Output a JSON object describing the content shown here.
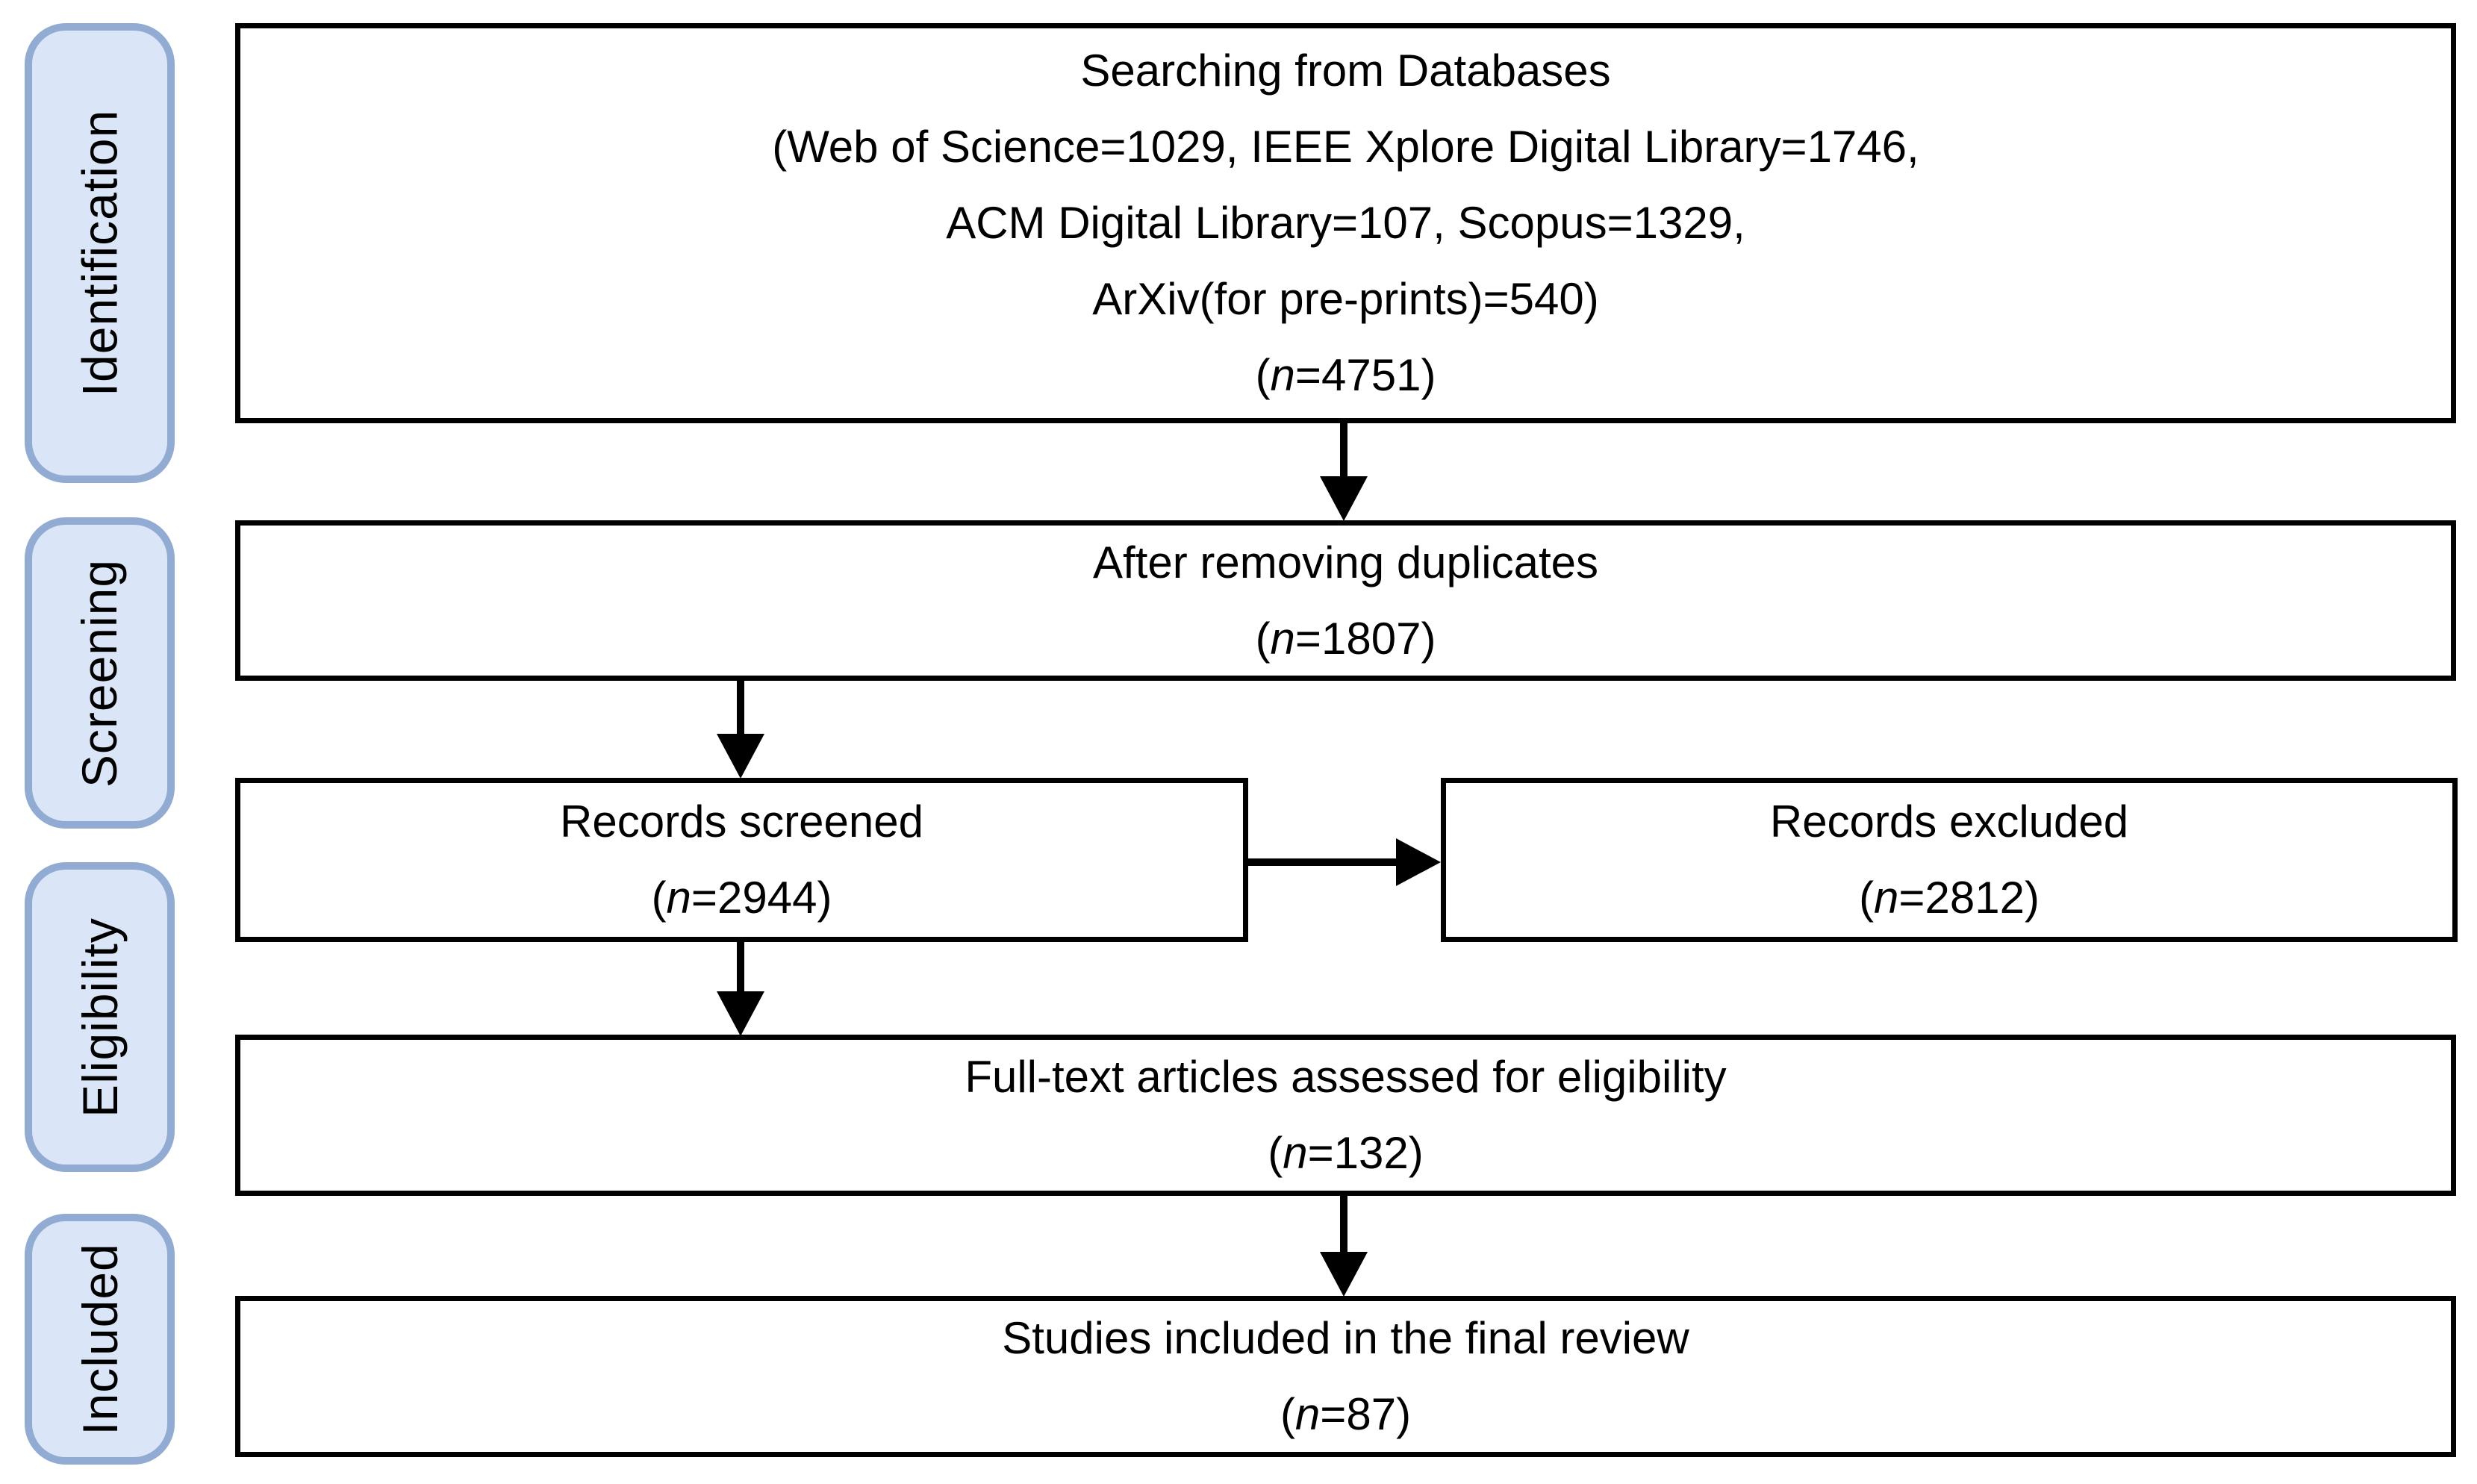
{
  "diagram": {
    "type": "prisma-flow",
    "stages": [
      {
        "label": "Identification"
      },
      {
        "label": "Screening"
      },
      {
        "label": "Eligibility"
      },
      {
        "label": "Included"
      }
    ],
    "boxes": {
      "searching": {
        "lines": [
          "Searching from Databases",
          "(Web of Science=1029, IEEE Xplore Digital Library=1746,",
          "ACM Digital Library=107, Scopus=1329,",
          "ArXiv(for pre-prints)=540)"
        ],
        "count": {
          "prefix": "(",
          "n": "n",
          "suffix": "=4751)"
        }
      },
      "dedup": {
        "lines": [
          "After removing duplicates"
        ],
        "count": {
          "prefix": "(",
          "n": "n",
          "suffix": "=1807)"
        }
      },
      "screened": {
        "lines": [
          "Records screened"
        ],
        "count": {
          "prefix": "(",
          "n": "n",
          "suffix": "=2944)"
        }
      },
      "excluded": {
        "lines": [
          "Records excluded"
        ],
        "count": {
          "prefix": "(",
          "n": "n",
          "suffix": "=2812)"
        }
      },
      "fulltext": {
        "lines": [
          "Full-text articles assessed for eligibility"
        ],
        "count": {
          "prefix": "(",
          "n": "n",
          "suffix": "=132)"
        }
      },
      "included": {
        "lines": [
          "Studies included in the final review"
        ],
        "count": {
          "prefix": "(",
          "n": "n",
          "suffix": "=87)"
        }
      }
    },
    "colors": {
      "background": "#ffffff",
      "text": "#000000",
      "stage_fill": "#dbe5f8",
      "stage_border": "#91abd2",
      "box_border": "#000000",
      "arrow": "#000000"
    }
  }
}
